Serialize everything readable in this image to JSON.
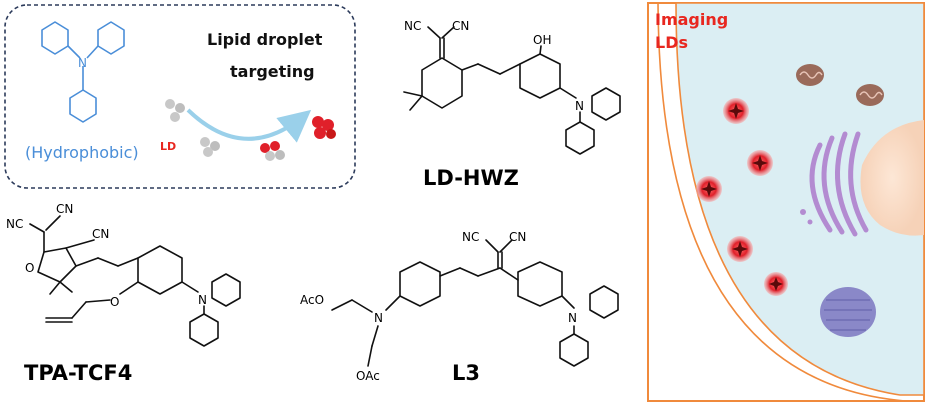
{
  "box": {
    "title_line1": "Lipid droplet",
    "title_line2": "targeting",
    "hydrophobic_label": "(Hydrophobic)",
    "ld_label": "LD",
    "n_label": "N"
  },
  "molecules": {
    "ld_hwz": {
      "name": "LD-HWZ",
      "nc": "NC",
      "cn": "CN",
      "oh": "OH",
      "n": "N"
    },
    "tpa_tcf4": {
      "name": "TPA-TCF4",
      "nc": "NC",
      "cn1": "CN",
      "cn2": "CN",
      "o": "O",
      "o2": "O",
      "n": "N"
    },
    "l3": {
      "name": "L3",
      "nc": "NC",
      "cn": "CN",
      "aco": "AcO",
      "oac": "OAc",
      "n1": "N",
      "n2": "N"
    }
  },
  "cell": {
    "label_line1": "Imaging",
    "label_line2": "LDs"
  },
  "colors": {
    "accent_orange": "#f08a3c",
    "label_red": "#e8271f",
    "ld_red": "#e0202a",
    "cell_fill": "#dbeef3",
    "box_border": "#2b3a5a",
    "blue_molecule": "#4a8ed8"
  }
}
